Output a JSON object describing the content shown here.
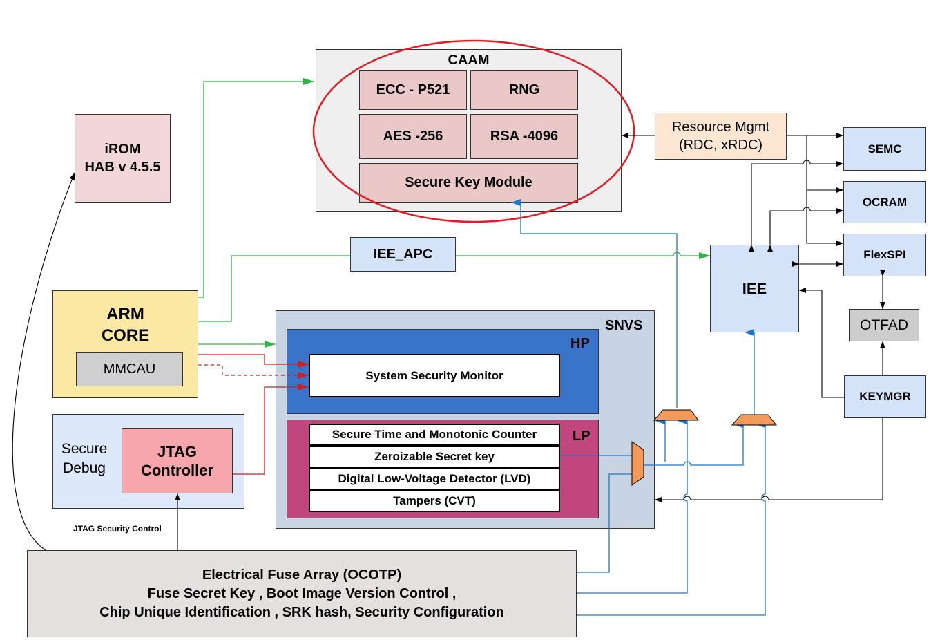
{
  "caam": {
    "title": "CAAM",
    "ecc": "ECC - P521",
    "rng": "RNG",
    "aes": "AES -256",
    "rsa": "RSA -4096",
    "skm": "Secure Key Module"
  },
  "irom": {
    "line1": "iROM",
    "line2": "HAB v 4.5.5"
  },
  "resource_mgmt": {
    "line1": "Resource Mgmt",
    "line2": "(RDC, xRDC)"
  },
  "semc": "SEMC",
  "ocram": "OCRAM",
  "flexspi": "FlexSPI",
  "iee": "IEE",
  "otfad": "OTFAD",
  "keymgr": "KEYMGR",
  "iee_apc": "IEE_APC",
  "arm": {
    "line1": "ARM",
    "line2": "CORE",
    "mmcau": "MMCAU"
  },
  "snvs": {
    "title": "SNVS",
    "hp_title": "HP",
    "ssm": "System Security Monitor",
    "lp_title": "LP",
    "lp_rows": [
      "Secure Time and Monotonic Counter",
      "Zeroizable Secret key",
      "Digital Low-Voltage Detector (LVD)",
      "Tampers (CVT)"
    ]
  },
  "secure_debug": {
    "line1": "Secure",
    "line2": "Debug",
    "jtag1": "JTAG",
    "jtag2": "Controller"
  },
  "jtag_security_label": "JTAG Security Control",
  "fuse": {
    "line1": "Electrical Fuse Array  (OCOTP)",
    "line2": "Fuse Secret Key , Boot Image Version Control ,",
    "line3": "Chip Unique Identification , SRK hash, Security Configuration"
  },
  "colors": {
    "green": "#2db34a",
    "red": "#cc1f1f",
    "blue": "#1f77c8",
    "black": "#000000",
    "caam_bg": "#efefef",
    "caam_cell": "#ebc8c8",
    "irom": "#f3d7d8",
    "resource": "#fde6d2",
    "periph": "#d5e3f9",
    "otfad": "#cdcdcd",
    "arm": "#fbe9a3",
    "mmcau": "#cfcfcf",
    "snvs": "#c8d4e4",
    "hp": "#3a74c8",
    "lp": "#c1467e",
    "secdbg": "#dde8fa",
    "jtag": "#f7a7ab",
    "fuse": "#e3e0df",
    "mux": "#f39a5a"
  }
}
